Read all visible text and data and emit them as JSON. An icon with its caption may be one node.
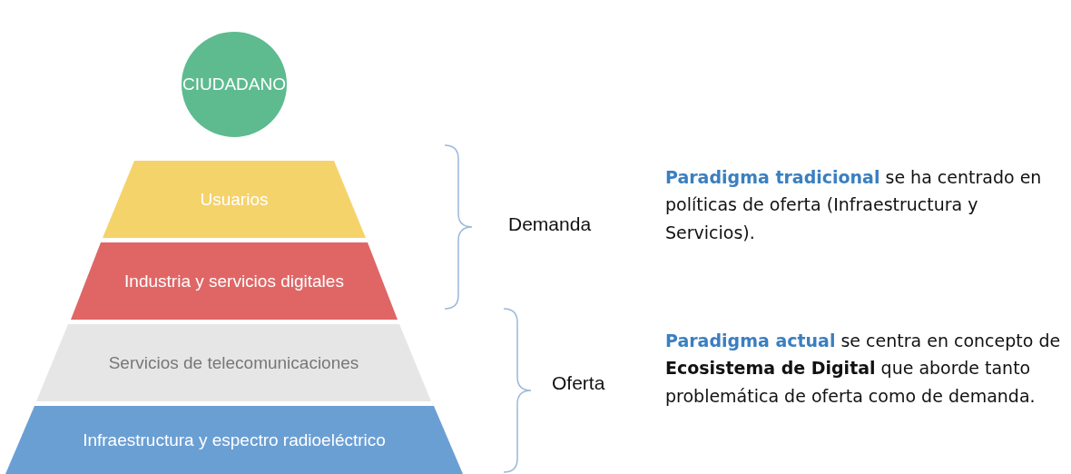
{
  "diagram": {
    "nodes": [
      {
        "text": [
          "CIUDADANO"
        ]
      },
      {
        "text": [
          "Usuarios"
        ]
      },
      {
        "text": [
          "Industria y servicios digitales"
        ]
      },
      {
        "text": [
          "Servicios de telecomunicaciones"
        ]
      },
      {
        "text": [
          "Infraestructura y espectro radioeléctrico"
        ]
      }
    ],
    "edges": [],
    "labels": [
      "Demanda",
      "Oferta",
      "**Paradigma tradicional** se ha centrado en políticas de oferta (Infraestructura y Servicios).",
      "**Paradigma actual** se centra en concepto de **Ecosistema de Digital** que aborde tanto problemática de oferta como de demanda."
    ]
  }
}
